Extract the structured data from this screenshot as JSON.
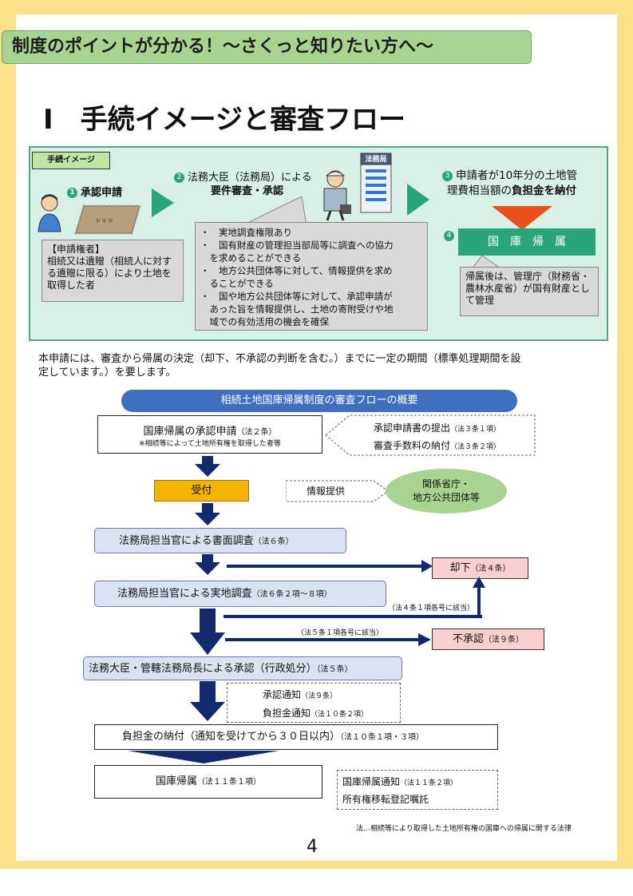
{
  "banner": "制度のポイントが分かる！～さくっと知りたい方へ～",
  "section_title": "Ⅰ　手続イメージと審査フロー",
  "process": {
    "tag": "手続イメージ",
    "step1": {
      "num": "1",
      "label": "承認申請"
    },
    "applicant_box": [
      "【申請権者】",
      "相続又は遺贈（相続人に対す",
      "る遺贈に限る）により土地を",
      "取得した者"
    ],
    "step2": {
      "num": "2",
      "line1": "法務大臣（法務局）による",
      "line2": "要件審査・承認"
    },
    "building_sign": "法務局",
    "step2_box": [
      "・　実地調査権限あり",
      "・　国有財産の管理担当部局等に調査への協力",
      "　を求めることができる",
      "・　地方公共団体等に対して、情報提供を求め",
      "　ることができる",
      "・　国や地方公共団体等に対して、承認申請が",
      "　あった旨を情報提供し、土地の寄附受けや地",
      "　域での有効活用の機会を確保"
    ],
    "step3": {
      "num": "3",
      "line1": "申請者が10年分の土地管",
      "line2a": "理費相当額の",
      "line2b": "負担金を納付"
    },
    "step4": {
      "num": "4",
      "label": "国　庫　帰　属"
    },
    "step4_box": [
      "帰属後は、管理庁（財務省・",
      "農林水産省）が国有財産とし",
      "て管理"
    ]
  },
  "intro": [
    "本申請には、審査から帰属の決定（却下、不承認の判断を含む。）までに一定の期間（標準処理期間を設",
    "定しています。）を要します。"
  ],
  "flow": {
    "header": "相続土地国庫帰属制度の審査フローの概要",
    "apply_main": "国庫帰属の承認申請",
    "apply_law": "（法２条）",
    "apply_note": "※相続等によって土地所有権を取得した者等",
    "apply_side": [
      {
        "text": "承認申請書の提出",
        "law": "（法３条１項）"
      },
      {
        "text": "審査手数料の納付",
        "law": "（法３条２項）"
      }
    ],
    "receipt": "受付",
    "info_provide": "情報提供",
    "agencies": [
      "関係省庁・",
      "地方公共団体等"
    ],
    "doc_review": "法務局担当官による書面調査",
    "doc_review_law": "（法６条）",
    "reject": "却下",
    "reject_law": "（法４条）",
    "field_review": "法務局担当官による実地調査",
    "field_review_law": "（法６条２項～８項）",
    "reject_note": "（法４条１項各号に該当）",
    "disapprove_note": "（法５条１項各号に該当）",
    "disapprove": "不承認",
    "disapprove_law": "（法９条）",
    "approval": "法務大臣・管轄法務局長による承認（行政処分）",
    "approval_law": "（法５条）",
    "notices": [
      {
        "text": "承認通知",
        "law": "（法９条）"
      },
      {
        "text": "負担金通知",
        "law": "（法１０条２項）"
      }
    ],
    "payment": "負担金の納付（通知を受けてから３０日以内）",
    "payment_law": "（法１０条１項・３項）",
    "final": "国庫帰属",
    "final_law": "（法１１条１項）",
    "final_side": [
      {
        "text": "国庫帰属通知",
        "law": "（法１１条２項）"
      },
      {
        "text": "所有権移転登記嘱託",
        "law": ""
      }
    ]
  },
  "footnote": "法…相続等により取得した土地所有権の国庫への帰属に関する法律",
  "page_number": "4",
  "colors": {
    "page_border": "#fde08a",
    "banner": "#a7d591",
    "process_bg": "#d8f0e5",
    "accent_green": "#2aa57a",
    "navy": "#12296b",
    "header_blue": "#3f6fbf",
    "receipt": "#f5b400",
    "reject_bg": "#f9d0cf"
  }
}
